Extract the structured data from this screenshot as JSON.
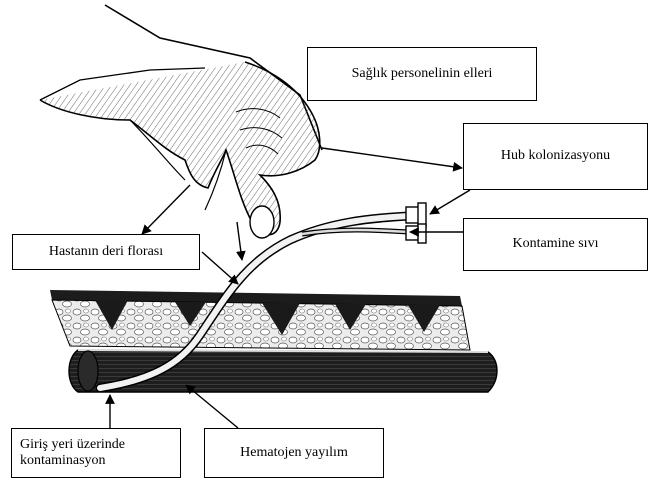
{
  "labels": {
    "hands": "Sağlık personelinin elleri",
    "hub": "Hub kolonizasyonu",
    "fluid": "Kontamine sıvı",
    "flora": "Hastanın deri florası",
    "entry_line1": "Giriş yeri üzerinde",
    "entry_line2": "kontaminasyon",
    "hematogenous": "Hematojen yayılım"
  },
  "colors": {
    "ink": "#000000",
    "background": "#ffffff",
    "catheter": "#f2f2f2",
    "fat": "#d9d9d9",
    "vessel": "#3a3a3a"
  }
}
